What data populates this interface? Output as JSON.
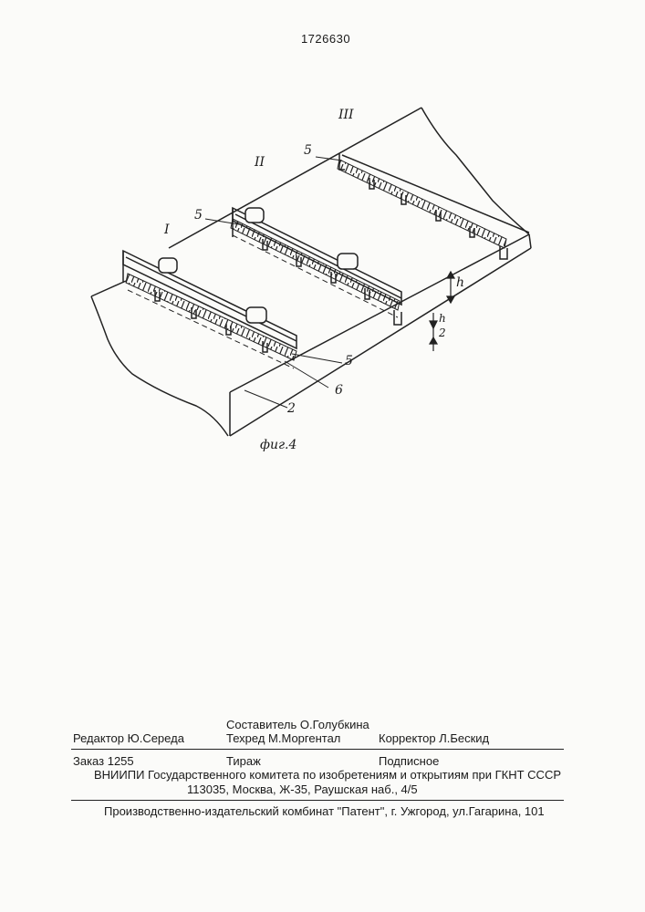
{
  "patent_number": "1726630",
  "figure": {
    "caption": "фиг.4",
    "labels": {
      "zone_1": "I",
      "zone_2": "II",
      "zone_3": "III",
      "ref_5_top": "5",
      "ref_5_mid": "5",
      "ref_5_bottom": "5",
      "ref_6": "6",
      "ref_2": "2",
      "dim_h": "h",
      "dim_h2_num": "h",
      "dim_h2_den": "2"
    }
  },
  "imprint": {
    "compiler": "Составитель  О.Голубкина",
    "editor": "Редактор  Ю.Середа",
    "techred": "Техред М.Моргентал",
    "corrector": "Корректор  Л.Бескид",
    "order": "Заказ  1255",
    "circulation": "Тираж",
    "subscription": "Подписное",
    "org": "ВНИИПИ Государственного комитета по изобретениям и открытиям при ГКНТ СССР",
    "address": "113035, Москва, Ж-35, Раушская наб., 4/5",
    "printer": "Производственно-издательский комбинат \"Патент\", г. Ужгород, ул.Гагарина, 101"
  }
}
